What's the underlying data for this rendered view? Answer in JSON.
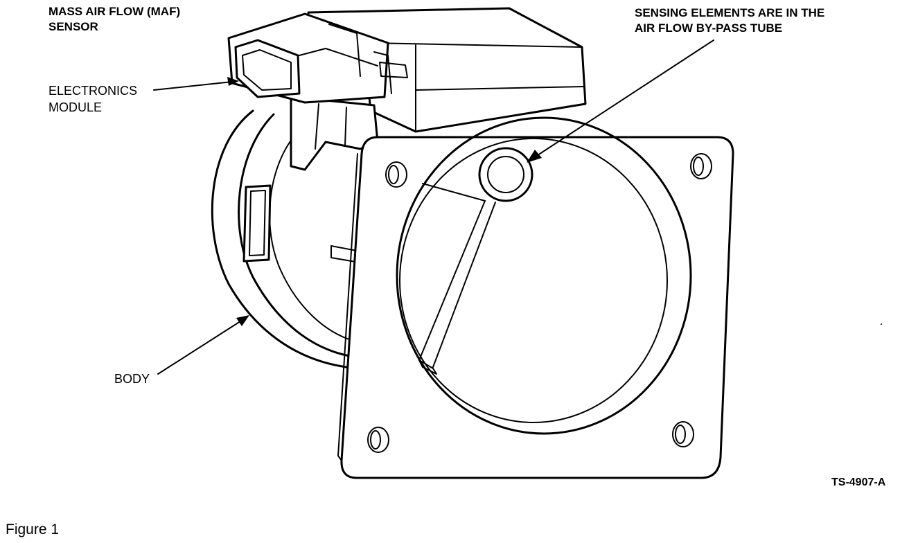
{
  "labels": {
    "maf_line1": "MASS AIR FLOW (MAF)",
    "maf_line2": "SENSOR",
    "electronics_line1": "ELECTRONICS",
    "electronics_line2": "MODULE",
    "sensing_line1": "SENSING ELEMENTS ARE IN THE",
    "sensing_line2": "AIR FLOW BY-PASS TUBE",
    "body": "BODY",
    "figure_code": "TS-4907-A"
  },
  "caption": "Figure 1"
}
